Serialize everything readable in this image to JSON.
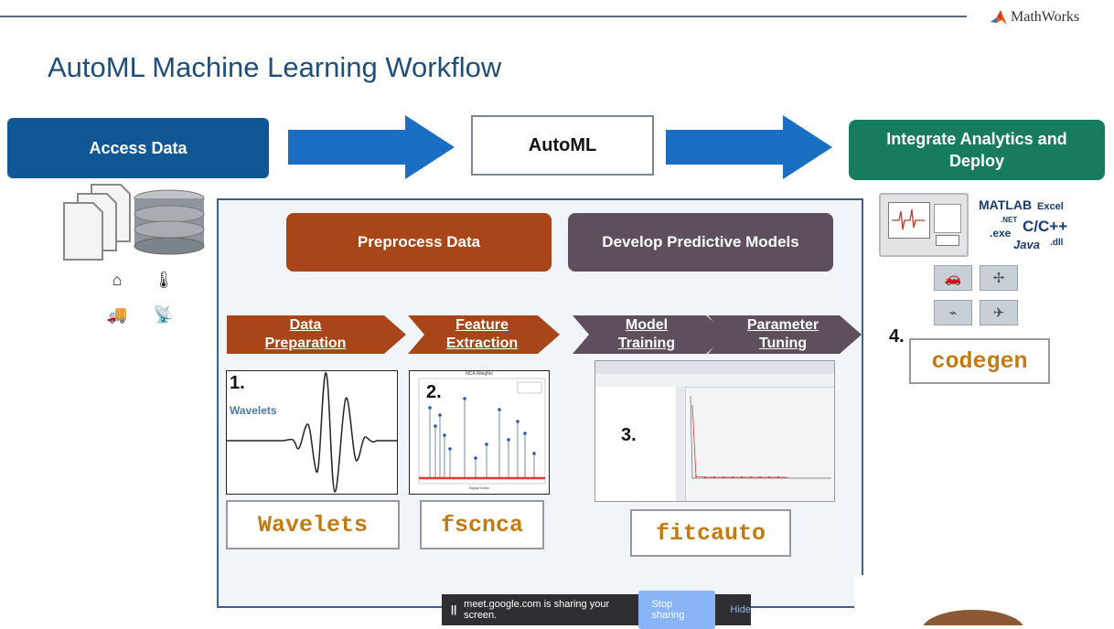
{
  "header": {
    "brand": "MathWorks",
    "title": "AutoML Machine Learning Workflow"
  },
  "flow": {
    "access_data": "Access Data",
    "automl": "AutoML",
    "integrate": "Integrate Analytics and Deploy"
  },
  "panel": {
    "preprocess": "Preprocess Data",
    "develop": "Develop Predictive Models",
    "steps": [
      {
        "line1": "Data",
        "line2": "Preparation"
      },
      {
        "line1": "Feature",
        "line2": "Extraction"
      },
      {
        "line1": "Model",
        "line2": "Training"
      },
      {
        "line1": "Parameter",
        "line2": "Tuning"
      }
    ],
    "wavelet_caption": "Wavelets",
    "nca_chart_title": "NCA Weights",
    "nca_xlabel": "Signal Index",
    "numbers": [
      "1.",
      "2.",
      "3.",
      "4."
    ],
    "functions": [
      "Wavelets",
      "fscnca",
      "fitcauto",
      "codegen"
    ]
  },
  "deploy": {
    "matlab": "MATLAB",
    "excel": "Excel",
    "net": ".NET",
    "exe": ".exe",
    "cpp": "C/C++",
    "java": "Java",
    "dll": ".dll"
  },
  "sharing_bar": {
    "pause": "||",
    "message": "meet.google.com is sharing your screen.",
    "stop": "Stop sharing",
    "hide": "Hide"
  },
  "colors": {
    "title": "#1f4e7a",
    "access_data": "#0f5795",
    "integrate": "#167c5d",
    "preprocess": "#a8461a",
    "develop": "#5f4e5d",
    "code_text": "#c27a12",
    "arrow": "#1a6fc4"
  }
}
